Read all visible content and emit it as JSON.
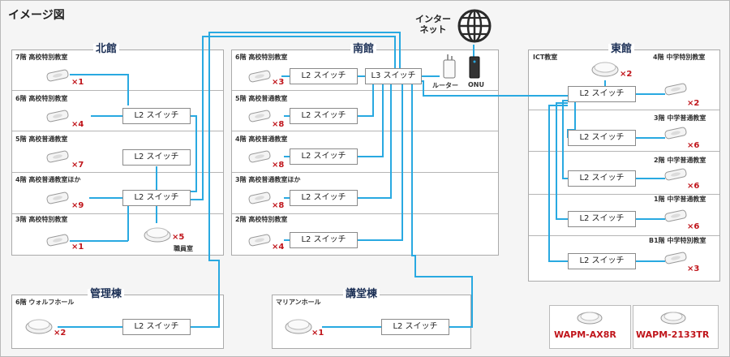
{
  "title": "イメージ図",
  "internet_label_1": "インター",
  "internet_label_2": "ネット",
  "router_label": "ルーター",
  "onu_label": "ONU",
  "l3_label": "L3 スイッチ",
  "l2_label": "L2 スイッチ",
  "colors": {
    "line": "#29a9e1",
    "count": "#c0151b",
    "building_title": "#1b2f55"
  },
  "icons": [
    "globe-icon",
    "router-icon",
    "onu-icon",
    "access-point-icon"
  ],
  "buildings": {
    "north": {
      "name": "北館",
      "floors": [
        {
          "label": "7階 高校特別教室",
          "count": "×1"
        },
        {
          "label": "6階 高校特別教室",
          "count": "×4"
        },
        {
          "label": "5階 高校普通教室",
          "count": "×7"
        },
        {
          "label": "4階 高校普通教室ほか",
          "count": "×9"
        },
        {
          "label": "3階 高校特別教室",
          "count": "×1"
        }
      ],
      "staff_count": "×5",
      "staff_label": "職員室"
    },
    "south": {
      "name": "南館",
      "floors": [
        {
          "label": "6階 高校特別教室",
          "count": "×3"
        },
        {
          "label": "5階 高校普通教室",
          "count": "×8"
        },
        {
          "label": "4階 高校普通教室",
          "count": "×8"
        },
        {
          "label": "3階 高校普通教室ほか",
          "count": "×8"
        },
        {
          "label": "2階 高校特別教室",
          "count": "×4"
        }
      ]
    },
    "east": {
      "name": "東館",
      "ict_label": "ICT教室",
      "ict_count": "×2",
      "floors": [
        {
          "label": "4階 中学特別教室",
          "count": "×2"
        },
        {
          "label": "3階 中学普通教室",
          "count": "×6"
        },
        {
          "label": "2階 中学普通教室",
          "count": "×6"
        },
        {
          "label": "1階 中学普通教室",
          "count": "×6"
        },
        {
          "label": "B1階 中学特別教室",
          "count": "×3"
        }
      ]
    },
    "admin": {
      "name": "管理棟",
      "floor_label": "6階 ウォルフホール",
      "count": "×2"
    },
    "hall": {
      "name": "講堂棟",
      "floor_label": "マリアンホール",
      "count": "×1"
    }
  },
  "legend": {
    "model_1": "WAPM-AX8R",
    "model_2": "WAPM-2133TR"
  }
}
